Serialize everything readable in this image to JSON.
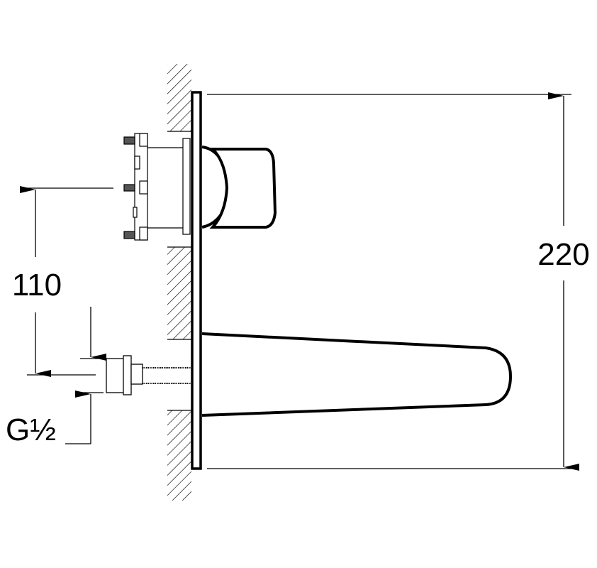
{
  "drawing": {
    "dimensions": {
      "total_height": "220",
      "outlet_height": "110",
      "thread": "G½"
    },
    "colors": {
      "line": "#000000",
      "background": "#ffffff"
    }
  }
}
